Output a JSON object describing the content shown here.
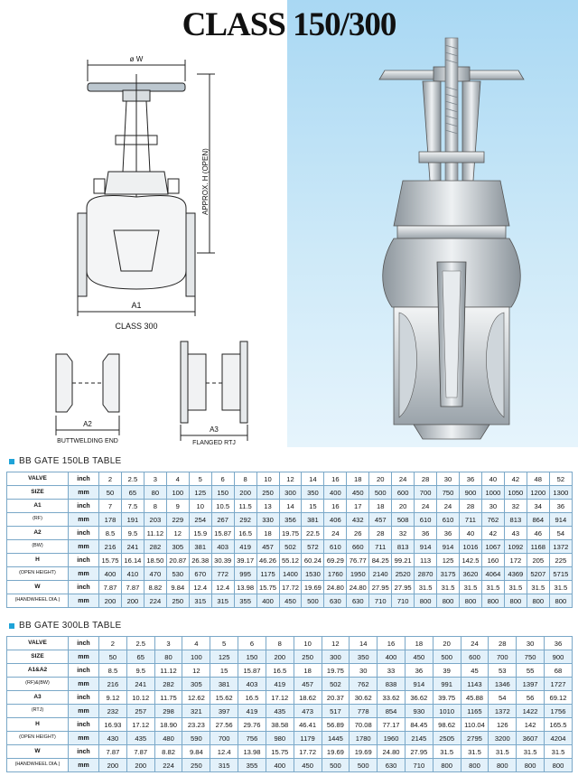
{
  "title": "CLASS 150/300",
  "drawing": {
    "dim_w": "ø W",
    "dim_h": "APPROX. H (OPEN)",
    "dim_a1": "A1",
    "class_label": "CLASS 300",
    "dim_a2": "A2",
    "buttwelding_label": "BUTTWELDING END",
    "dim_a3": "A3",
    "flanged_label": "FLANGED RTJ"
  },
  "table150": {
    "title": "BB GATE 150LB TABLE",
    "rows": [
      {
        "label": "VALVE",
        "sub": "",
        "unit": "inch",
        "values": [
          "2",
          "2.5",
          "3",
          "4",
          "5",
          "6",
          "8",
          "10",
          "12",
          "14",
          "16",
          "18",
          "20",
          "24",
          "28",
          "30",
          "36",
          "40",
          "42",
          "48",
          "52"
        ]
      },
      {
        "label": "SIZE",
        "sub": "",
        "unit": "mm",
        "values": [
          "50",
          "65",
          "80",
          "100",
          "125",
          "150",
          "200",
          "250",
          "300",
          "350",
          "400",
          "450",
          "500",
          "600",
          "700",
          "750",
          "900",
          "1000",
          "1050",
          "1200",
          "1300"
        ]
      },
      {
        "label": "A1",
        "sub": "",
        "unit": "inch",
        "values": [
          "7",
          "7.5",
          "8",
          "9",
          "10",
          "10.5",
          "11.5",
          "13",
          "14",
          "15",
          "16",
          "17",
          "18",
          "20",
          "24",
          "24",
          "28",
          "30",
          "32",
          "34",
          "36"
        ]
      },
      {
        "label": "",
        "sub": "(RF)",
        "unit": "mm",
        "values": [
          "178",
          "191",
          "203",
          "229",
          "254",
          "267",
          "292",
          "330",
          "356",
          "381",
          "406",
          "432",
          "457",
          "508",
          "610",
          "610",
          "711",
          "762",
          "813",
          "864",
          "914"
        ]
      },
      {
        "label": "A2",
        "sub": "",
        "unit": "inch",
        "values": [
          "8.5",
          "9.5",
          "11.12",
          "12",
          "15.9",
          "15.87",
          "16.5",
          "18",
          "19.75",
          "22.5",
          "24",
          "26",
          "28",
          "32",
          "36",
          "36",
          "40",
          "42",
          "43",
          "46",
          "54"
        ]
      },
      {
        "label": "",
        "sub": "(BW)",
        "unit": "mm",
        "values": [
          "216",
          "241",
          "282",
          "305",
          "381",
          "403",
          "419",
          "457",
          "502",
          "572",
          "610",
          "660",
          "711",
          "813",
          "914",
          "914",
          "1016",
          "1067",
          "1092",
          "1168",
          "1372"
        ]
      },
      {
        "label": "H",
        "sub": "",
        "unit": "inch",
        "values": [
          "15.75",
          "16.14",
          "18.50",
          "20.87",
          "26.38",
          "30.39",
          "39.17",
          "46.26",
          "55.12",
          "60.24",
          "69.29",
          "76.77",
          "84.25",
          "99.21",
          "113",
          "125",
          "142.5",
          "160",
          "172",
          "205",
          "225"
        ]
      },
      {
        "label": "",
        "sub": "(OPEN HEIGHT)",
        "unit": "mm",
        "values": [
          "400",
          "410",
          "470",
          "530",
          "670",
          "772",
          "995",
          "1175",
          "1400",
          "1530",
          "1760",
          "1950",
          "2140",
          "2520",
          "2870",
          "3175",
          "3620",
          "4064",
          "4369",
          "5207",
          "5715"
        ]
      },
      {
        "label": "W",
        "sub": "",
        "unit": "inch",
        "values": [
          "7.87",
          "7.87",
          "8.82",
          "9.84",
          "12.4",
          "12.4",
          "13.98",
          "15.75",
          "17.72",
          "19.69",
          "24.80",
          "24.80",
          "27.95",
          "27.95",
          "31.5",
          "31.5",
          "31.5",
          "31.5",
          "31.5",
          "31.5",
          "31.5"
        ]
      },
      {
        "label": "",
        "sub": "(HANDWHEEL DIA.)",
        "unit": "mm",
        "values": [
          "200",
          "200",
          "224",
          "250",
          "315",
          "315",
          "355",
          "400",
          "450",
          "500",
          "630",
          "630",
          "710",
          "710",
          "800",
          "800",
          "800",
          "800",
          "800",
          "800",
          "800"
        ]
      }
    ]
  },
  "table300": {
    "title": "BB GATE 300LB TABLE",
    "rows": [
      {
        "label": "VALVE",
        "sub": "",
        "unit": "inch",
        "values": [
          "2",
          "2.5",
          "3",
          "4",
          "5",
          "6",
          "8",
          "10",
          "12",
          "14",
          "16",
          "18",
          "20",
          "24",
          "28",
          "30",
          "36"
        ]
      },
      {
        "label": "SIZE",
        "sub": "",
        "unit": "mm",
        "values": [
          "50",
          "65",
          "80",
          "100",
          "125",
          "150",
          "200",
          "250",
          "300",
          "350",
          "400",
          "450",
          "500",
          "600",
          "700",
          "750",
          "900"
        ]
      },
      {
        "label": "A1&A2",
        "sub": "",
        "unit": "inch",
        "values": [
          "8.5",
          "9.5",
          "11.12",
          "12",
          "15",
          "15.87",
          "16.5",
          "18",
          "19.75",
          "30",
          "33",
          "36",
          "39",
          "45",
          "53",
          "55",
          "68"
        ]
      },
      {
        "label": "",
        "sub": "(RF)&(BW)",
        "unit": "mm",
        "values": [
          "216",
          "241",
          "282",
          "305",
          "381",
          "403",
          "419",
          "457",
          "502",
          "762",
          "838",
          "914",
          "991",
          "1143",
          "1346",
          "1397",
          "1727"
        ]
      },
      {
        "label": "A3",
        "sub": "",
        "unit": "inch",
        "values": [
          "9.12",
          "10.12",
          "11.75",
          "12.62",
          "15.62",
          "16.5",
          "17.12",
          "18.62",
          "20.37",
          "30.62",
          "33.62",
          "36.62",
          "39.75",
          "45.88",
          "54",
          "56",
          "69.12"
        ]
      },
      {
        "label": "",
        "sub": "(RTJ)",
        "unit": "mm",
        "values": [
          "232",
          "257",
          "298",
          "321",
          "397",
          "419",
          "435",
          "473",
          "517",
          "778",
          "854",
          "930",
          "1010",
          "1165",
          "1372",
          "1422",
          "1756"
        ]
      },
      {
        "label": "H",
        "sub": "",
        "unit": "inch",
        "values": [
          "16.93",
          "17.12",
          "18.90",
          "23.23",
          "27.56",
          "29.76",
          "38.58",
          "46.41",
          "56.89",
          "70.08",
          "77.17",
          "84.45",
          "98.62",
          "110.04",
          "126",
          "142",
          "165.5"
        ]
      },
      {
        "label": "",
        "sub": "(OPEN HEIGHT)",
        "unit": "mm",
        "values": [
          "430",
          "435",
          "480",
          "590",
          "700",
          "756",
          "980",
          "1179",
          "1445",
          "1780",
          "1960",
          "2145",
          "2505",
          "2795",
          "3200",
          "3607",
          "4204"
        ]
      },
      {
        "label": "W",
        "sub": "",
        "unit": "inch",
        "values": [
          "7.87",
          "7.87",
          "8.82",
          "9.84",
          "12.4",
          "13.98",
          "15.75",
          "17.72",
          "19.69",
          "19.69",
          "24.80",
          "27.95",
          "31.5",
          "31.5",
          "31.5",
          "31.5",
          "31.5"
        ]
      },
      {
        "label": "",
        "sub": "(HANDWHEEL DIA.)",
        "unit": "mm",
        "values": [
          "200",
          "200",
          "224",
          "250",
          "315",
          "355",
          "400",
          "450",
          "500",
          "500",
          "630",
          "710",
          "800",
          "800",
          "800",
          "800",
          "800"
        ]
      }
    ]
  }
}
